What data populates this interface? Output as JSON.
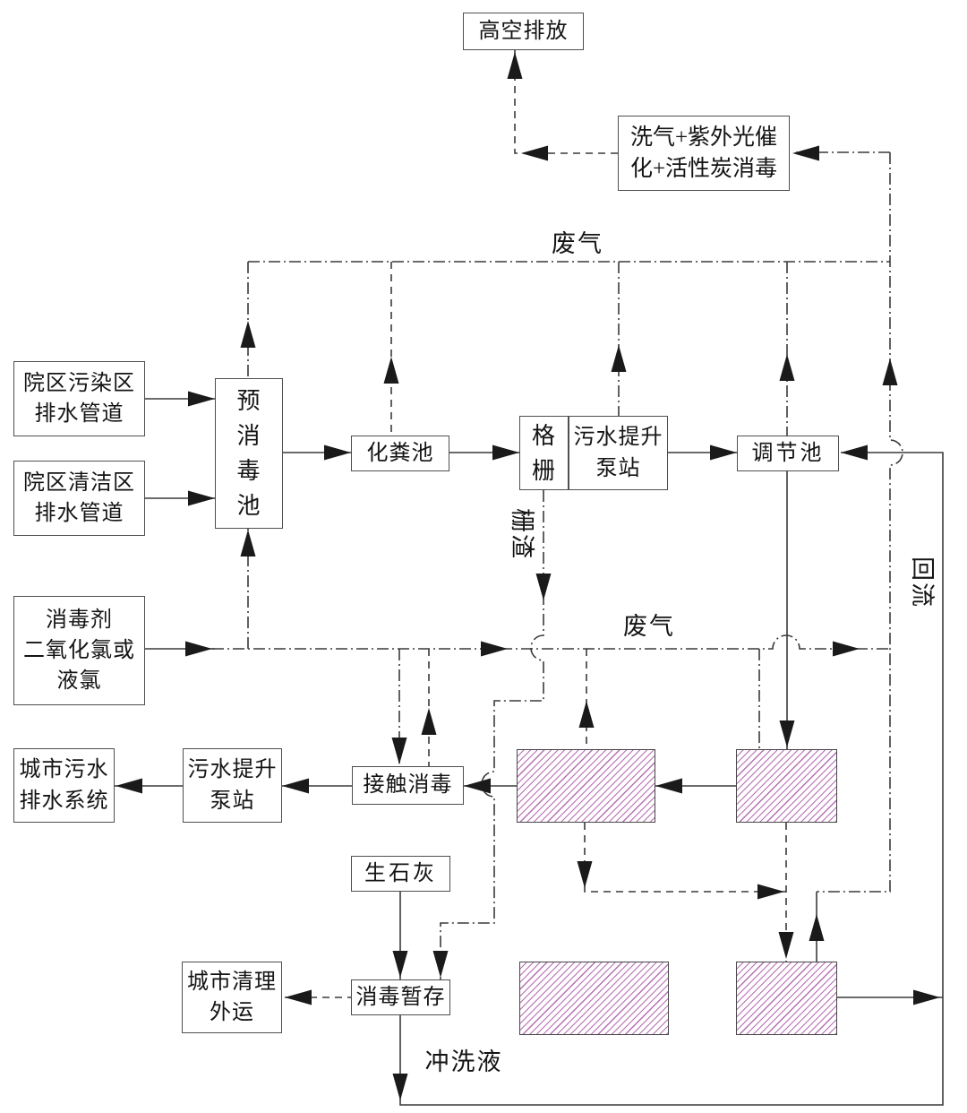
{
  "diagram": {
    "nodes": {
      "high_discharge": "高空排放",
      "scrubber": "洗气+紫外光催\n化+活性炭消毒",
      "drain_contaminated": "院区污染区\n排水管道",
      "drain_clean": "院区清洁区\n排水管道",
      "pre_disinfection": "预\n消\n毒\n池",
      "septic_tank": "化粪池",
      "bar_screen": "格\n栅",
      "lift_station_1": "污水提升\n泵站",
      "regulating_tank": "调节池",
      "disinfectant": "消毒剂\n二氧化氯或\n液氯",
      "city_sewer": "城市污水\n排水系统",
      "lift_station_2": "污水提升\n泵站",
      "contact_disinfection": "接触消毒",
      "quicklime": "生石灰",
      "city_cleanup": "城市清理\n外运",
      "temp_storage": "消毒暂存"
    },
    "flow_labels": {
      "waste_gas_top": "废气",
      "waste_gas_mid": "废气",
      "screen_residue": "栅渣",
      "reflux": "回流",
      "flush_liquid": "冲洗液"
    },
    "colors": {
      "line": "#3a3a3a",
      "arrow_fill": "#1a1a1a",
      "box_border": "#4f4f4f",
      "hatch_stroke": "#b470b4",
      "background": "#ffffff",
      "text": "#141414"
    }
  }
}
